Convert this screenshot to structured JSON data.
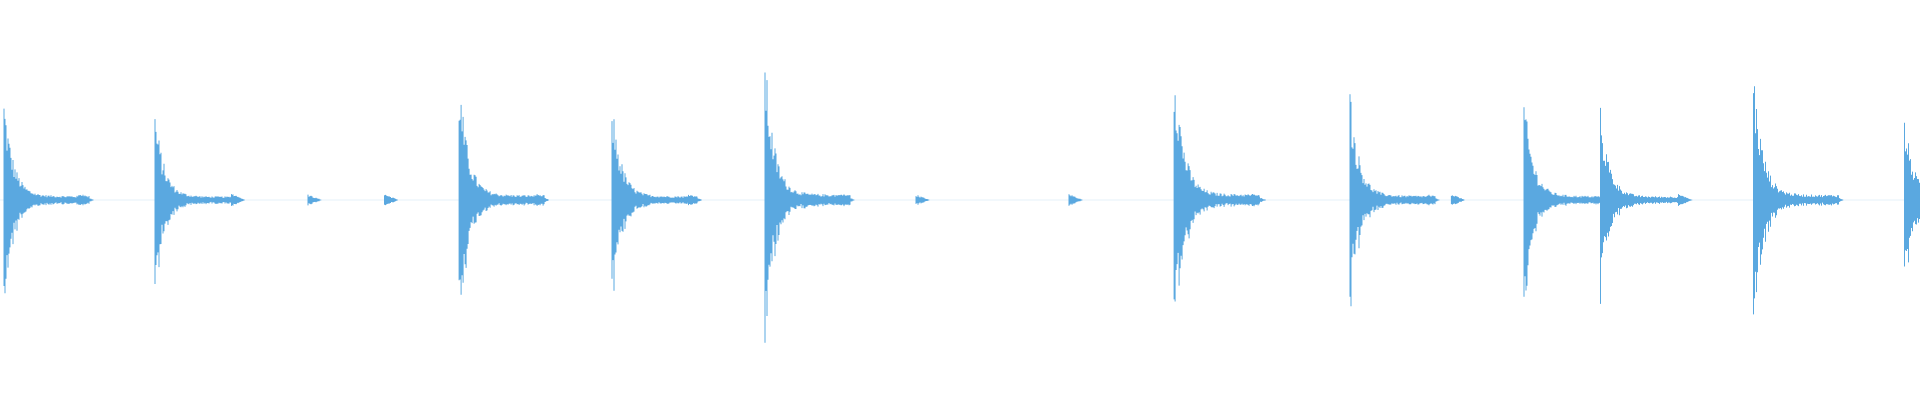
{
  "waveform": {
    "color": "#5aa8e0",
    "background": "#ffffff",
    "duration": 100,
    "events": [
      {
        "t": 0.0,
        "amp": 0.52,
        "type": "hit"
      },
      {
        "t": 3.9,
        "amp": 0.08,
        "type": "tick"
      },
      {
        "t": 7.9,
        "amp": 0.45,
        "type": "hit"
      },
      {
        "t": 11.9,
        "amp": 0.08,
        "type": "tick"
      },
      {
        "t": 15.9,
        "amp": 0.07,
        "type": "tick"
      },
      {
        "t": 19.9,
        "amp": 0.08,
        "type": "tick"
      },
      {
        "t": 23.8,
        "amp": 0.62,
        "type": "hit"
      },
      {
        "t": 27.8,
        "amp": 0.08,
        "type": "tick"
      },
      {
        "t": 31.8,
        "amp": 0.5,
        "type": "hit"
      },
      {
        "t": 35.8,
        "amp": 0.08,
        "type": "tick"
      },
      {
        "t": 39.8,
        "amp": 0.72,
        "type": "hit"
      },
      {
        "t": 43.7,
        "amp": 0.08,
        "type": "tick"
      },
      {
        "t": 47.7,
        "amp": 0.07,
        "type": "tick"
      },
      {
        "t": 55.7,
        "amp": 0.08,
        "type": "tick"
      },
      {
        "t": 61.2,
        "amp": 0.75,
        "type": "hit"
      },
      {
        "t": 65.3,
        "amp": 0.08,
        "type": "tick"
      },
      {
        "t": 70.4,
        "amp": 0.55,
        "type": "hit"
      },
      {
        "t": 75.7,
        "amp": 0.08,
        "type": "tick"
      },
      {
        "t": 79.5,
        "amp": 0.52,
        "type": "hit"
      },
      {
        "t": 83.5,
        "amp": 0.45,
        "type": "hit"
      },
      {
        "t": 87.6,
        "amp": 0.07,
        "type": "tick"
      },
      {
        "t": 91.5,
        "amp": 0.66,
        "type": "hit"
      },
      {
        "t": 95.5,
        "amp": 0.07,
        "type": "tick"
      },
      {
        "t": 99.4,
        "amp": 0.42,
        "type": "hit"
      }
    ]
  }
}
